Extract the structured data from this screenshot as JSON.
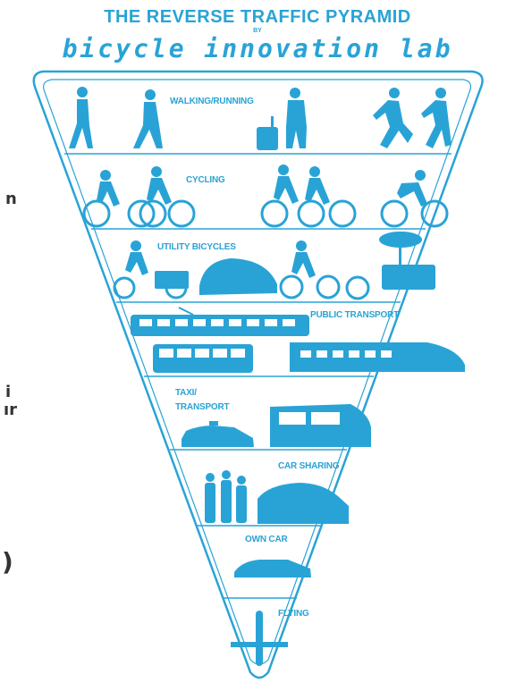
{
  "title": "THE REVERSE TRAFFIC PYRAMID",
  "by": "BY",
  "brand": "bicycle innovation lab",
  "colors": {
    "primary": "#29a3d6",
    "background": "#ffffff",
    "edge_text": "#333333"
  },
  "tiers": [
    {
      "label": "WALKING/RUNNING",
      "icons": [
        "walking-person-icon",
        "walking-person-icon",
        "person-with-suitcase-icon",
        "running-person-icon",
        "running-person-icon"
      ]
    },
    {
      "label": "CYCLING",
      "icons": [
        "parent-child-cyclists-icon",
        "tandem-cyclists-icon",
        "road-cyclist-icon"
      ]
    },
    {
      "label": "UTILITY BICYCLES",
      "icons": [
        "cargo-bike-icon",
        "velomobile-icon",
        "cyclist-icon",
        "vending-cart-bike-icon"
      ]
    },
    {
      "label": "PUBLIC TRANSPORT",
      "icons": [
        "tram-icon",
        "bus-icon",
        "high-speed-train-icon"
      ]
    },
    {
      "label": "TAXI/ TRANSPORT",
      "label_lines": [
        "TAXI/",
        "TRANSPORT"
      ],
      "icons": [
        "taxi-icon",
        "van-icon"
      ]
    },
    {
      "label": "CAR SHARING",
      "icons": [
        "group-of-people-icon",
        "hatchback-car-icon"
      ]
    },
    {
      "label": "OWN CAR",
      "icons": [
        "sedan-car-icon"
      ]
    },
    {
      "label": "FLYING",
      "icons": [
        "airplane-icon"
      ]
    }
  ],
  "edge_fragments": [
    "n",
    "i",
    "ır",
    ")"
  ]
}
